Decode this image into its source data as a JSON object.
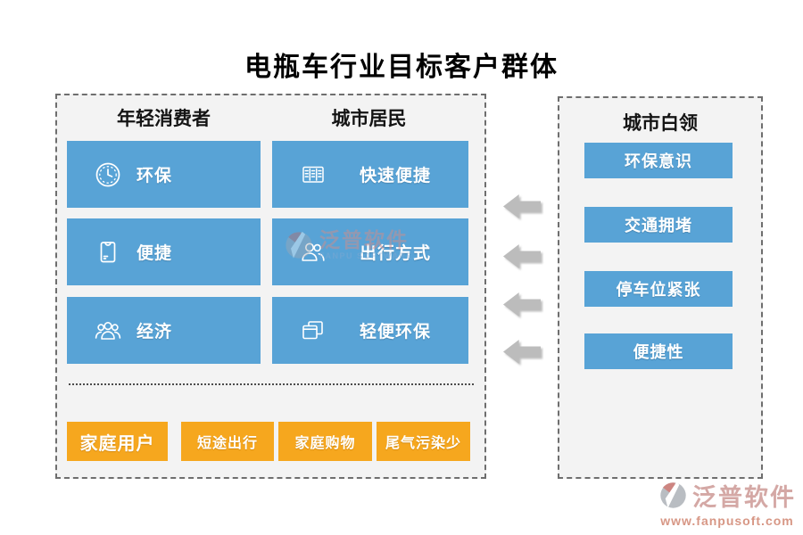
{
  "title": "电瓶车行业目标客户群体",
  "left_panel": {
    "columns": [
      {
        "header": "年轻消费者",
        "items": [
          {
            "icon": "clock-icon",
            "label": "环保"
          },
          {
            "icon": "envelope-icon",
            "label": "便捷"
          },
          {
            "icon": "people-group-icon",
            "label": "经济"
          }
        ]
      },
      {
        "header": "城市居民",
        "items": [
          {
            "icon": "list-board-icon",
            "label": "快速便捷"
          },
          {
            "icon": "people-pair-icon",
            "label": "出行方式"
          },
          {
            "icon": "copy-windows-icon",
            "label": "轻便环保"
          }
        ]
      }
    ],
    "bottom_items": [
      {
        "label": "家庭用户"
      },
      {
        "label": "短途出行"
      },
      {
        "label": "家庭购物"
      },
      {
        "label": "尾气污染少"
      }
    ]
  },
  "right_panel": {
    "header": "城市白领",
    "items": [
      {
        "label": "环保意识"
      },
      {
        "label": "交通拥堵"
      },
      {
        "label": "停车位紧张"
      },
      {
        "label": "便捷性"
      }
    ]
  },
  "watermark": {
    "name": "泛普软件",
    "subtitle": "FANPU SOFTWARE"
  },
  "footer_logo": {
    "name": "泛普软件",
    "url": "www.fanpusoft.com"
  },
  "colors": {
    "node_blue": "#58a3d6",
    "node_orange": "#f6a71e",
    "arrow_gray": "#bcbcbc",
    "panel_bg": "#f3f3f3"
  }
}
